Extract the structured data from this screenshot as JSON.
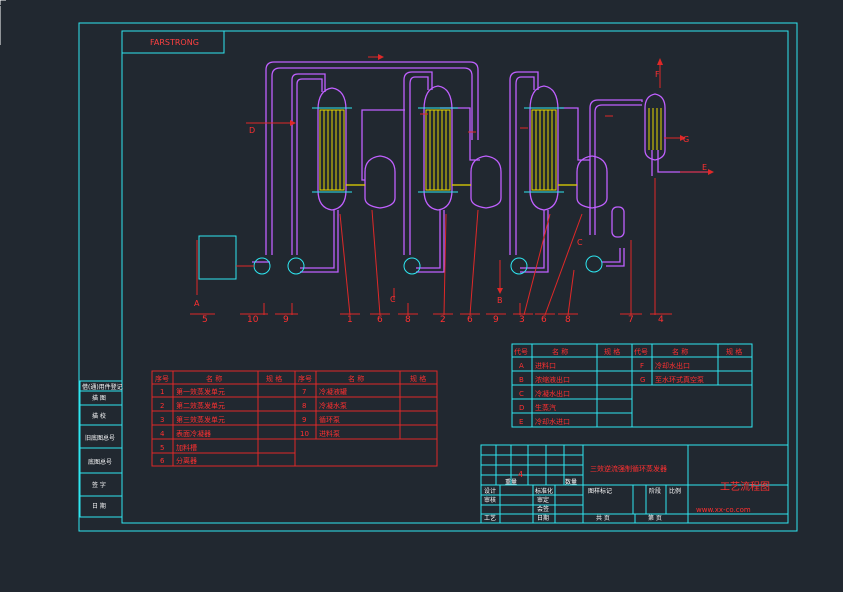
{
  "title_box": {
    "brand": "FARSTRONG"
  },
  "drawing_title": "工艺流程图",
  "website": "www.xx-co.com",
  "project_name": "三效逆流强制循环蒸发器",
  "sheet_no": "4",
  "title_block_cells": [
    "设计",
    "审核",
    "工艺",
    "标准化",
    "审定",
    "日期",
    "会签",
    "阶段",
    "比例",
    "共 页",
    "第 页",
    "图样标记",
    "重量",
    "数量"
  ],
  "left_strip": [
    "借(通)用件登记",
    "描 图",
    "描 校",
    "旧底图总号",
    "底图总号",
    "签 字",
    "日 期"
  ],
  "equipment_table": {
    "headers": [
      "序号",
      "名 称",
      "规 格",
      "序号",
      "名 称",
      "规 格"
    ],
    "rows": [
      {
        "no": "1",
        "name": "第一效蒸发单元",
        "no2": "7",
        "name2": "冷凝液罐"
      },
      {
        "no": "2",
        "name": "第二效蒸发单元",
        "no2": "8",
        "name2": "冷凝水泵"
      },
      {
        "no": "3",
        "name": "第三效蒸发单元",
        "no2": "9",
        "name2": "循环泵"
      },
      {
        "no": "4",
        "name": "表面冷凝器",
        "no2": "10",
        "name2": "进料泵"
      },
      {
        "no": "5",
        "name": "加料槽",
        "no2": "",
        "name2": ""
      },
      {
        "no": "6",
        "name": "分离器",
        "no2": "",
        "name2": ""
      }
    ]
  },
  "connection_table": {
    "headers": [
      "代号",
      "名 称",
      "规 格",
      "代号",
      "名 称",
      "规 格"
    ],
    "rows": [
      {
        "code": "A",
        "name": "进料口",
        "code2": "F",
        "name2": "冷却水出口"
      },
      {
        "code": "B",
        "name": "浓缩液出口",
        "code2": "G",
        "name2": "至水环式真空泵"
      },
      {
        "code": "C",
        "name": "冷凝水出口",
        "code2": "",
        "name2": ""
      },
      {
        "code": "D",
        "name": "生蒸汽",
        "code2": "",
        "name2": ""
      },
      {
        "code": "E",
        "name": "冷却水进口",
        "code2": "",
        "name2": ""
      }
    ]
  },
  "callouts": {
    "bottom": [
      "5",
      "10",
      "9",
      "1",
      "6",
      "8",
      "2",
      "6",
      "9",
      "3",
      "6",
      "8",
      "7",
      "4"
    ],
    "letters": {
      "D": "D",
      "F": "F",
      "G": "G",
      "E": "E",
      "A": "A",
      "C1": "C",
      "B": "B",
      "C2": "C"
    }
  },
  "colors": {
    "background": "#212830",
    "frame": "#2ee6f0",
    "red": "#e02828",
    "pipe": "#c060ff",
    "tube": "#e8d800"
  }
}
